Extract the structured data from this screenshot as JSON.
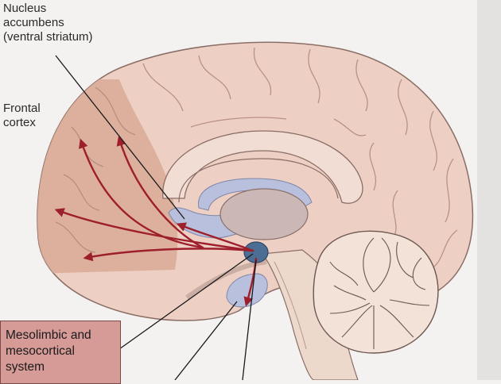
{
  "labels": {
    "nucleus_accumbens": [
      "Nucleus",
      "accumbens",
      "(ventral striatum)"
    ],
    "frontal_cortex": [
      "Frontal",
      "cortex"
    ]
  },
  "legend": {
    "lines": [
      "Mesolimbic and",
      "mesocortical",
      "system"
    ],
    "fill_color": "#d69a97"
  },
  "colors": {
    "brain": "#edd0c3",
    "frontal_region": "#d9aa98",
    "pathway": "#9e1f2c",
    "limbic_structures": "#b9c0dd",
    "nucleus": "#4d6e94"
  }
}
